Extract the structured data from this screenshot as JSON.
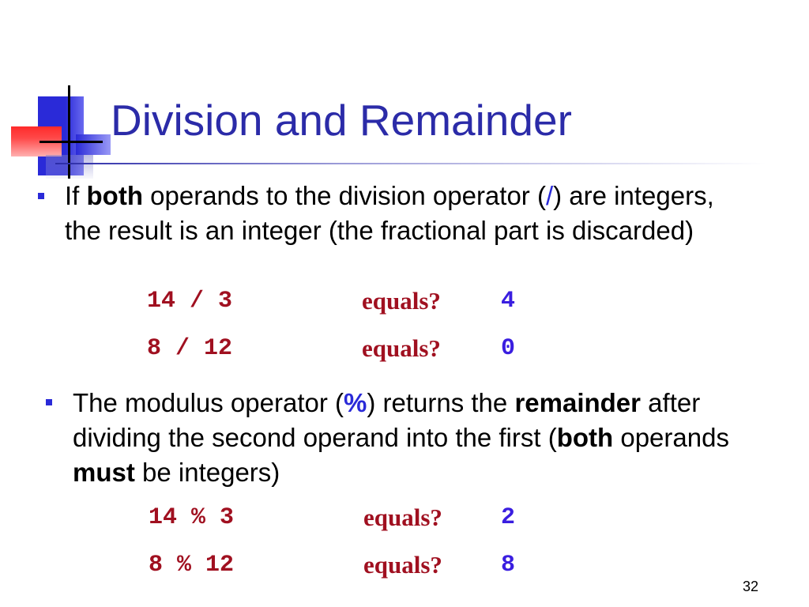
{
  "slide": {
    "title": "Division and Remainder",
    "page_number": "32"
  },
  "bullet1": {
    "t1": "If ",
    "t2": "both",
    "t3": " operands to the division operator (",
    "t4": "/",
    "t5": ") are integers, the result is an integer (the fractional part is discarded)",
    "examples": [
      {
        "expr": "14 / 3",
        "label": "equals?",
        "answer": "4"
      },
      {
        "expr": "8 / 12",
        "label": "equals?",
        "answer": "0"
      }
    ]
  },
  "bullet2": {
    "t1": "The modulus operator (",
    "t2": "%",
    "t3": ") returns the ",
    "t4": "remainder",
    "t5": " after dividing the second operand into the first (",
    "t6": "both",
    "t7": " operands ",
    "t8": "must",
    "t9": " be integers)",
    "examples": [
      {
        "expr": "14 % 3",
        "label": "equals?",
        "answer": "2"
      },
      {
        "expr": "8 % 12",
        "label": "equals?",
        "answer": "8"
      }
    ]
  },
  "colors": {
    "title": "#2b2ba8",
    "code": "#a01020",
    "answer": "#3a1ee0",
    "bullet": "#2a2ad8",
    "deco_red": "#ff3b3b",
    "deco_blue": "#2a2ad8"
  }
}
